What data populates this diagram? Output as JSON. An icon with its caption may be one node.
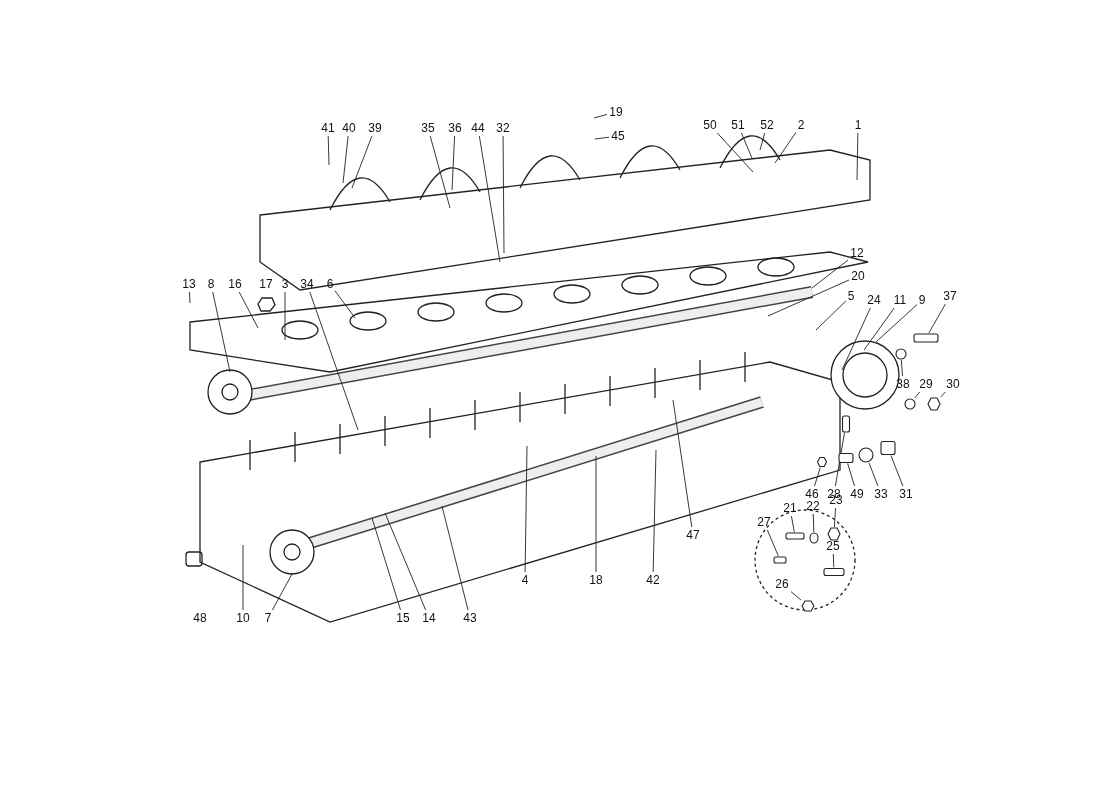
{
  "diagram": {
    "nodes": [
      {
        "text": [
          "41"
        ]
      },
      {
        "text": [
          "40"
        ]
      },
      {
        "text": [
          "39"
        ]
      },
      {
        "text": [
          "35"
        ]
      },
      {
        "text": [
          "36"
        ]
      },
      {
        "text": [
          "44"
        ]
      },
      {
        "text": [
          "32"
        ]
      },
      {
        "text": [
          "19"
        ]
      },
      {
        "text": [
          "45"
        ]
      },
      {
        "text": [
          "50"
        ]
      },
      {
        "text": [
          "51"
        ]
      },
      {
        "text": [
          "52"
        ]
      },
      {
        "text": [
          "2"
        ]
      },
      {
        "text": [
          "1"
        ]
      },
      {
        "text": [
          "13"
        ]
      },
      {
        "text": [
          "8"
        ]
      },
      {
        "text": [
          "16"
        ]
      },
      {
        "text": [
          "3"
        ]
      },
      {
        "text": [
          "34"
        ]
      },
      {
        "text": [
          "6"
        ]
      },
      {
        "text": [
          "12"
        ]
      },
      {
        "text": [
          "20"
        ]
      },
      {
        "text": [
          "5"
        ]
      },
      {
        "text": [
          "24"
        ]
      },
      {
        "text": [
          "11"
        ]
      },
      {
        "text": [
          "9"
        ]
      },
      {
        "text": [
          "37"
        ]
      },
      {
        "text": [
          "38"
        ]
      },
      {
        "text": [
          "29"
        ]
      },
      {
        "text": [
          "30"
        ]
      },
      {
        "text": [
          "46"
        ]
      },
      {
        "text": [
          "28"
        ]
      },
      {
        "text": [
          "49"
        ]
      },
      {
        "text": [
          "33"
        ]
      },
      {
        "text": [
          "31"
        ]
      },
      {
        "text": [
          "47"
        ]
      },
      {
        "text": [
          "42"
        ]
      },
      {
        "text": [
          "18"
        ]
      },
      {
        "text": [
          "4"
        ]
      },
      {
        "text": [
          "10"
        ]
      },
      {
        "text": [
          "7"
        ]
      },
      {
        "text": [
          "15"
        ]
      },
      {
        "text": [
          "14"
        ]
      },
      {
        "text": [
          "43"
        ]
      },
      {
        "text": [
          "27"
        ]
      },
      {
        "text": [
          "21"
        ]
      },
      {
        "text": [
          "22"
        ]
      },
      {
        "text": [
          "23"
        ]
      },
      {
        "text": [
          "25"
        ]
      },
      {
        "text": [
          "26"
        ]
      },
      {
        "text": [
          "17"
        ]
      },
      {
        "text": [
          "48"
        ]
      },
      {
        "text": [],
        "shape": "box"
      },
      {
        "text": [],
        "shape": "circle"
      },
      {
        "text": [],
        "shape": "circle"
      },
      {
        "text": [],
        "shape": "hexagon"
      },
      {
        "text": [],
        "shape": "hexagon"
      },
      {
        "text": [],
        "shape": "box"
      },
      {
        "text": [],
        "shape": "box"
      },
      {
        "text": [],
        "shape": "circle"
      },
      {
        "text": [],
        "shape": "box"
      },
      {
        "text": [],
        "shape": "box"
      },
      {
        "text": [],
        "shape": "box"
      },
      {
        "text": [],
        "shape": "circle"
      },
      {
        "text": [],
        "shape": "hexagon"
      },
      {
        "text": [],
        "shape": "box"
      },
      {
        "text": [],
        "shape": "hexagon"
      }
    ],
    "edges": [
      {
        "from": 0,
        "to": null,
        "arrow": "none"
      },
      {
        "from": 1,
        "to": null,
        "arrow": "none"
      },
      {
        "from": 2,
        "to": null,
        "arrow": "none"
      },
      {
        "from": 3,
        "to": null,
        "arrow": "none"
      },
      {
        "from": 4,
        "to": null,
        "arrow": "none"
      },
      {
        "from": 5,
        "to": null,
        "arrow": "none"
      },
      {
        "from": 6,
        "to": null,
        "arrow": "none"
      },
      {
        "from": 7,
        "to": null,
        "arrow": "none"
      },
      {
        "from": 8,
        "to": null,
        "arrow": "none"
      },
      {
        "from": 9,
        "to": null,
        "arrow": "none"
      },
      {
        "from": 10,
        "to": null,
        "arrow": "none"
      },
      {
        "from": 11,
        "to": null,
        "arrow": "none"
      },
      {
        "from": 12,
        "to": null,
        "arrow": "none"
      },
      {
        "from": 13,
        "to": null,
        "arrow": "none"
      },
      {
        "from": 14,
        "to": null,
        "arrow": "none"
      },
      {
        "from": 15,
        "to": null,
        "arrow": "none"
      },
      {
        "from": 16,
        "to": null,
        "arrow": "none"
      },
      {
        "from": 17,
        "to": null,
        "arrow": "none"
      },
      {
        "from": 18,
        "to": null,
        "arrow": "none"
      },
      {
        "from": 19,
        "to": null,
        "arrow": "none"
      },
      {
        "from": 20,
        "to": null,
        "arrow": "none"
      },
      {
        "from": 21,
        "to": null,
        "arrow": "none"
      },
      {
        "from": 22,
        "to": null,
        "arrow": "none"
      },
      {
        "from": 23,
        "to": null,
        "arrow": "none"
      },
      {
        "from": 24,
        "to": null,
        "arrow": "none"
      },
      {
        "from": 25,
        "to": null,
        "arrow": "none"
      },
      {
        "from": 26,
        "to": 52,
        "arrow": "none"
      },
      {
        "from": 27,
        "to": 53,
        "arrow": "none"
      },
      {
        "from": 28,
        "to": 54,
        "arrow": "none"
      },
      {
        "from": 29,
        "to": 55,
        "arrow": "none"
      },
      {
        "from": 30,
        "to": 56,
        "arrow": "none"
      },
      {
        "from": 31,
        "to": 57,
        "arrow": "none"
      },
      {
        "from": 32,
        "to": 58,
        "arrow": "none"
      },
      {
        "from": 33,
        "to": 59,
        "arrow": "none"
      },
      {
        "from": 34,
        "to": 60,
        "arrow": "none"
      },
      {
        "from": 35,
        "to": null,
        "arrow": "none"
      },
      {
        "from": 36,
        "to": null,
        "arrow": "none"
      },
      {
        "from": 37,
        "to": null,
        "arrow": "none"
      },
      {
        "from": 38,
        "to": null,
        "arrow": "none"
      },
      {
        "from": 39,
        "to": null,
        "arrow": "none"
      },
      {
        "from": 40,
        "to": null,
        "arrow": "none"
      },
      {
        "from": 41,
        "to": null,
        "arrow": "none"
      },
      {
        "from": 42,
        "to": null,
        "arrow": "none"
      },
      {
        "from": 43,
        "to": null,
        "arrow": "none"
      },
      {
        "from": 44,
        "to": 61,
        "arrow": "none"
      },
      {
        "from": 45,
        "to": 62,
        "arrow": "none"
      },
      {
        "from": 46,
        "to": 63,
        "arrow": "none"
      },
      {
        "from": 47,
        "to": 64,
        "arrow": "none"
      },
      {
        "from": 48,
        "to": 65,
        "arrow": "none"
      },
      {
        "from": 49,
        "to": 66,
        "arrow": "none"
      }
    ]
  }
}
